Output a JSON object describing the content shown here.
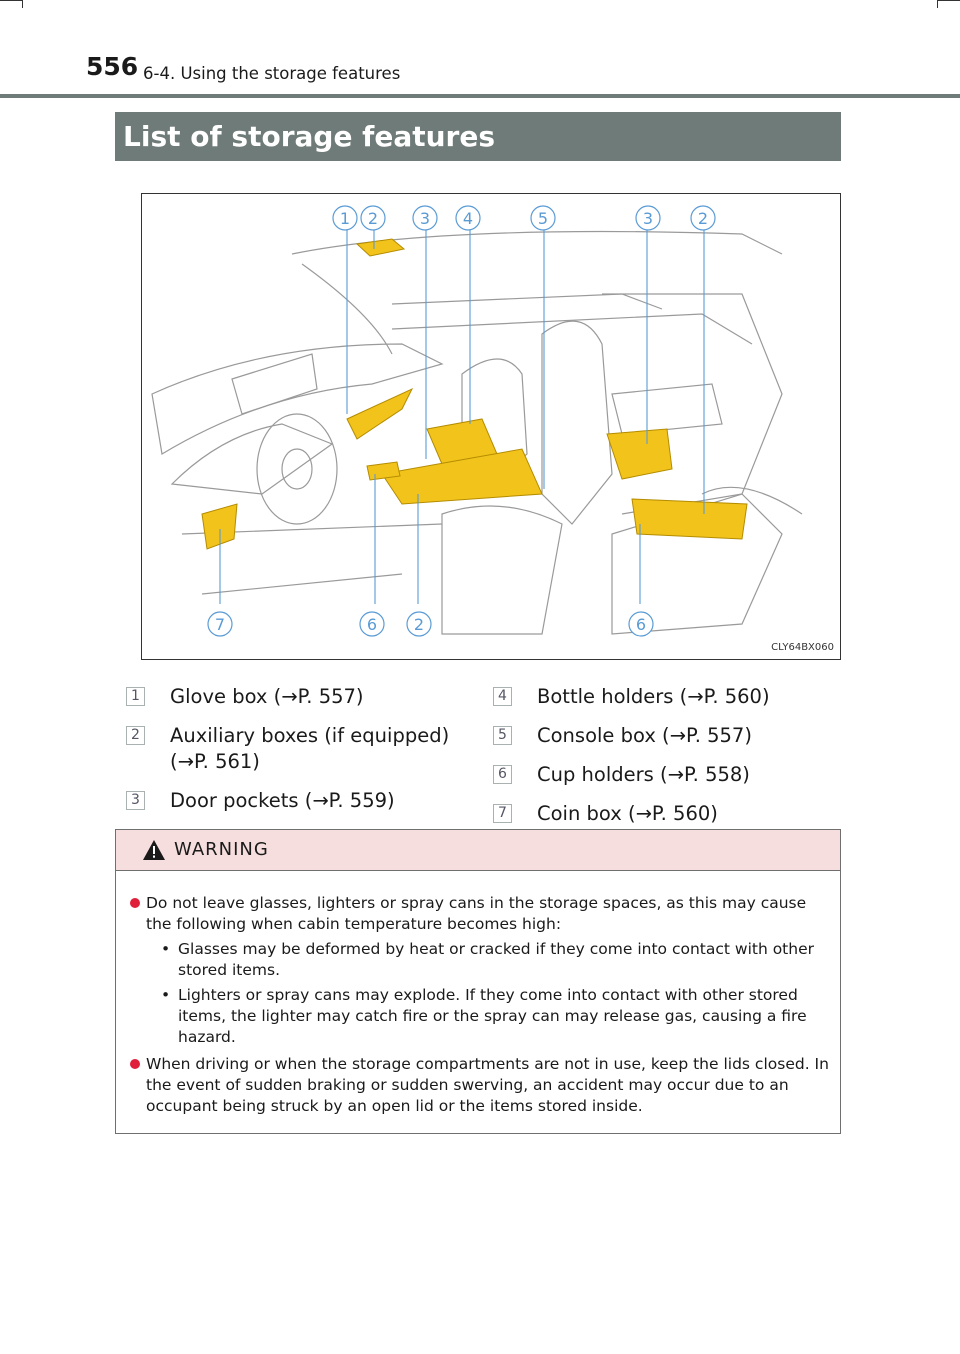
{
  "header": {
    "page_number": "556",
    "section": "6-4. Using the storage features"
  },
  "title": "List of storage features",
  "figure": {
    "code": "CLY64BX060",
    "callouts_top": [
      "1",
      "2",
      "3",
      "4",
      "5",
      "3",
      "2"
    ],
    "callouts_bottom": [
      "7",
      "6",
      "2",
      "6"
    ]
  },
  "list": [
    {
      "num": "1",
      "text": "Glove box (→P. 557)"
    },
    {
      "num": "2",
      "text": "Auxiliary boxes (if equipped) (→P. 561)"
    },
    {
      "num": "3",
      "text": "Door pockets (→P. 559)"
    },
    {
      "num": "4",
      "text": "Bottle holders (→P. 560)"
    },
    {
      "num": "5",
      "text": "Console box (→P. 557)"
    },
    {
      "num": "6",
      "text": "Cup holders (→P. 558)"
    },
    {
      "num": "7",
      "text": "Coin box (→P. 560)"
    }
  ],
  "warning": {
    "title": "WARNING",
    "bullet1": "Do not leave glasses, lighters or spray cans in the storage spaces, as this may cause the following when cabin temperature becomes high:",
    "sub1": "Glasses may be deformed by heat or cracked if they come into contact with other stored items.",
    "sub2": "Lighters or spray cans may explode. If they come into contact with other stored items, the lighter may catch fire or the spray can may release gas, causing a fire hazard.",
    "bullet2": "When driving or when the storage compartments are not in use, keep the lids closed. In the event of sudden braking or sudden swerving, an accident may occur due to an occupant being struck by an open lid or the items stored inside."
  },
  "colors": {
    "accent": "#6f7b78",
    "highlight": "#f2c31b",
    "warning_bg": "#f7dede",
    "bullet": "#e0203a"
  }
}
